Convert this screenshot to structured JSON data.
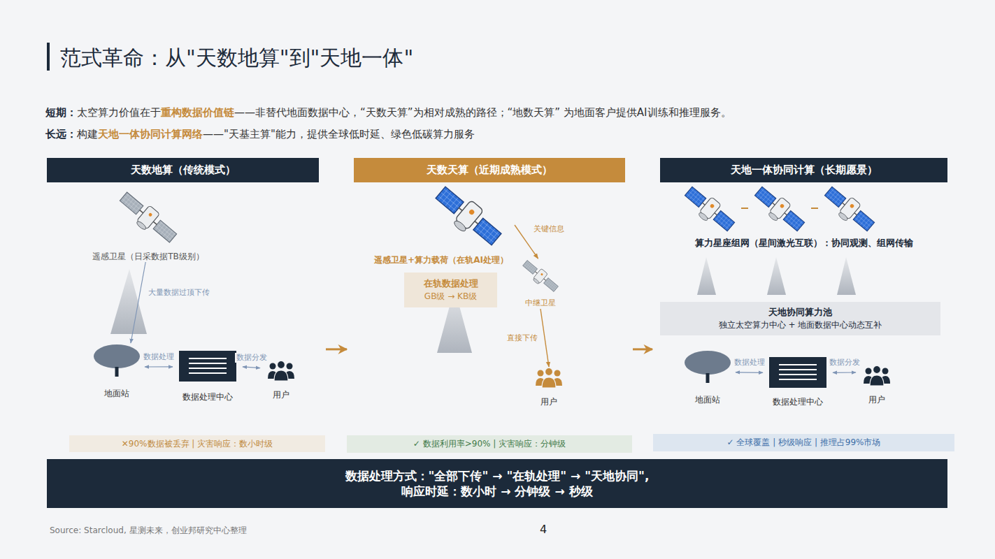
{
  "diagram": {
    "title": "范式革命：从\"天数地算\"到\"天地一体\"",
    "nodes": [
      {
        "text": [
          "天数地算（传统模式）"
        ]
      },
      {
        "text": [
          "遥感卫星（日采数据TB级别）"
        ],
        "in": 0
      },
      {
        "text": [
          "地面站"
        ],
        "in": 0
      },
      {
        "text": [
          "数据处理中心"
        ],
        "in": 0
      },
      {
        "text": [
          "用户"
        ],
        "in": 0
      },
      {
        "text": [
          "✕90%数据被丢弃 | 灾害响应：数小时级"
        ],
        "in": 0
      },
      {
        "text": [
          "天数天算（近期成熟模式）"
        ]
      },
      {
        "text": [
          "遥感卫星+算力载荷（在轨AI处理）"
        ],
        "in": 6
      },
      {
        "text": [
          "在轨数据处理",
          "GB级 → KB级"
        ],
        "in": 6
      },
      {
        "text": [
          "中继卫星"
        ],
        "in": 6
      },
      {
        "text": [
          "用户"
        ],
        "in": 6
      },
      {
        "text": [
          "✓ 数据利用率>90% | 灾害响应：分钟级"
        ],
        "in": 6
      },
      {
        "text": [
          "天地一体协同计算（长期愿景）"
        ]
      },
      {
        "text": [
          "算力星座组网（星间激光互联）：协同观测、组网传输"
        ],
        "in": 12
      },
      {
        "text": [
          "天地协同算力池",
          "独立太空算力中心 + 地面数据中心动态互补"
        ],
        "in": 12
      },
      {
        "text": [
          "地面站"
        ],
        "in": 12
      },
      {
        "text": [
          "数据处理中心"
        ],
        "in": 12
      },
      {
        "text": [
          "用户"
        ],
        "in": 12
      },
      {
        "text": [
          "✓ 全球覆盖 | 秒级响应 | 推理占99%市场"
        ],
        "in": 12
      },
      {
        "text": [
          "数据处理方式：\"全部下传\" → \"在轨处理\" → \"天地协同\",",
          "响应时延：数小时 → 分钟级 → 秒级"
        ]
      }
    ],
    "edges": [
      {
        "from": 1,
        "to": 2,
        "label": "大量数据过顶下传",
        "arrow": "to"
      },
      {
        "from": 2,
        "to": 3,
        "label": "数据处理",
        "arrow": "both"
      },
      {
        "from": 3,
        "to": 4,
        "label": "数据分发",
        "arrow": "both"
      },
      {
        "from": 7,
        "to": 9,
        "label": "关键信息",
        "arrow": "to"
      },
      {
        "from": 9,
        "to": 10,
        "label": "直接下传",
        "arrow": "to"
      },
      {
        "from": 15,
        "to": 16,
        "label": "数据处理",
        "arrow": "both"
      },
      {
        "from": 16,
        "to": 17,
        "label": "数据分发",
        "arrow": "both"
      },
      {
        "from": 0,
        "to": 6,
        "arrow": "to"
      },
      {
        "from": 6,
        "to": 12,
        "arrow": "to"
      }
    ],
    "labels": [
      "短期：",
      "太空算力价值在于",
      "重构数据价值链",
      "——非替代地面数据中心，“天数天算”为相对成熟的路径；“地数天算” 为地面客户提供AI训练和推理服务。",
      "长远：",
      "构建",
      "天地一体协同计算网络",
      "——\"天基主算\"能力，提供全球低时延、绿色低碳算力服务",
      "Source: Starcloud, 星测未来，创业邦研究中心整理",
      "4"
    ]
  }
}
